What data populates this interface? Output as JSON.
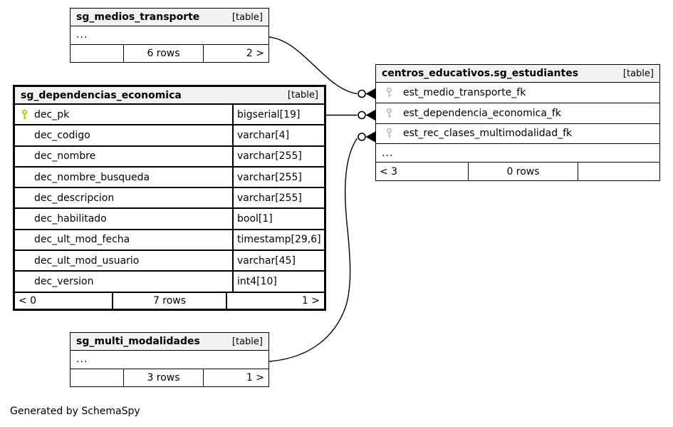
{
  "credit": "Generated by SchemaSpy",
  "colors": {
    "header_bg": "#f2f2f2",
    "border": "#000000",
    "primary_key_icon": "#cccc00",
    "foreign_key_icon": "#c4c4c4"
  },
  "tables": {
    "medios": {
      "title": "sg_medios_transporte",
      "tag": "[table]",
      "ellipsis": "...",
      "footer": {
        "left": "",
        "center": "6 rows",
        "right": "2 >"
      }
    },
    "dependencias": {
      "title": "sg_dependencias_economica",
      "tag": "[table]",
      "columns": [
        {
          "name": "dec_pk",
          "type": "bigserial[19]",
          "key": "pk"
        },
        {
          "name": "dec_codigo",
          "type": "varchar[4]"
        },
        {
          "name": "dec_nombre",
          "type": "varchar[255]"
        },
        {
          "name": "dec_nombre_busqueda",
          "type": "varchar[255]"
        },
        {
          "name": "dec_descripcion",
          "type": "varchar[255]"
        },
        {
          "name": "dec_habilitado",
          "type": "bool[1]"
        },
        {
          "name": "dec_ult_mod_fecha",
          "type": "timestamp[29,6]"
        },
        {
          "name": "dec_ult_mod_usuario",
          "type": "varchar[45]"
        },
        {
          "name": "dec_version",
          "type": "int4[10]"
        }
      ],
      "footer": {
        "left": "< 0",
        "center": "7 rows",
        "right": "1 >"
      }
    },
    "estudiantes": {
      "title": "centros_educativos.sg_estudiantes",
      "tag": "[table]",
      "columns": [
        {
          "name": "est_medio_transporte_fk",
          "key": "fk"
        },
        {
          "name": "est_dependencia_economica_fk",
          "key": "fk"
        },
        {
          "name": "est_rec_clases_multimodalidad_fk",
          "key": "fk"
        }
      ],
      "ellipsis": "...",
      "footer": {
        "left": "< 3",
        "center": "0 rows",
        "right": ""
      }
    },
    "multi": {
      "title": "sg_multi_modalidades",
      "tag": "[table]",
      "ellipsis": "...",
      "footer": {
        "left": "",
        "center": "3 rows",
        "right": "1 >"
      }
    }
  },
  "relationships": [
    {
      "from": "sg_medios_transporte",
      "to": "centros_educativos.sg_estudiantes.est_medio_transporte_fk"
    },
    {
      "from": "sg_dependencias_economica.dec_pk",
      "to": "centros_educativos.sg_estudiantes.est_dependencia_economica_fk"
    },
    {
      "from": "sg_multi_modalidades",
      "to": "centros_educativos.sg_estudiantes.est_rec_clases_multimodalidad_fk"
    }
  ]
}
